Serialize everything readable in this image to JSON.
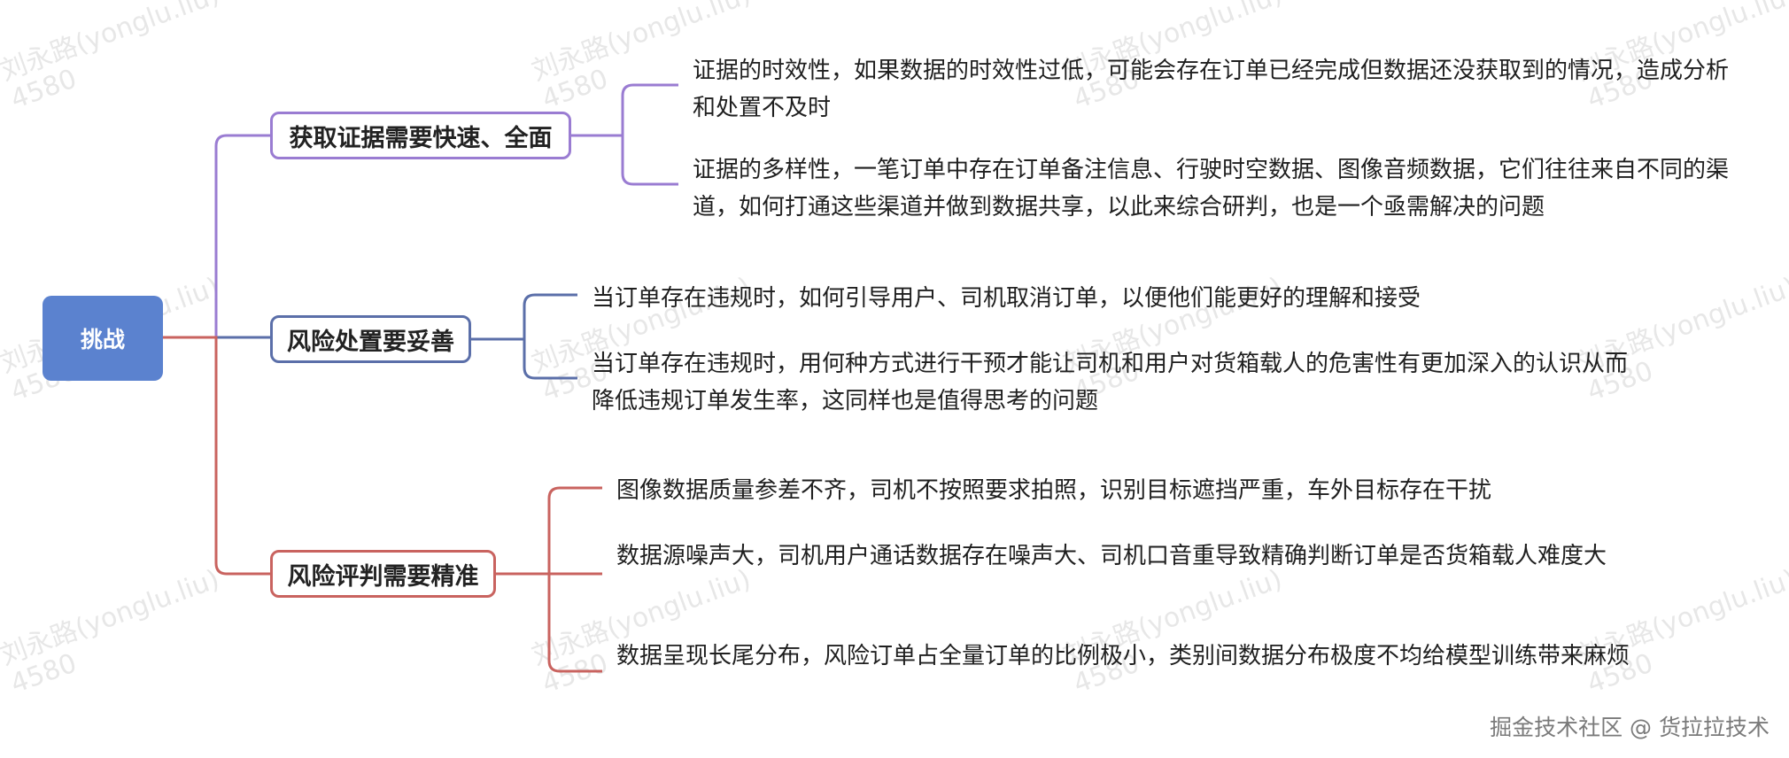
{
  "root": {
    "label": "挑战"
  },
  "branches": [
    {
      "label": "获取证据需要快速、全面",
      "color": "#9a7cd2",
      "leaves": [
        "证据的时效性，如果数据的时效性过低，可能会存在订单已经完成但数据还没获取到的情况，造成分析和处置不及时",
        "证据的多样性，一笔订单中存在订单备注信息、行驶时空数据、图像音频数据，它们往往来自不同的渠道，如何打通这些渠道并做到数据共享，以此来综合研判，也是一个亟需解决的问题"
      ]
    },
    {
      "label": "风险处置要妥善",
      "color": "#5b6fa9",
      "leaves": [
        "当订单存在违规时，如何引导用户、司机取消订单，以便他们能更好的理解和接受",
        "当订单存在违规时，用何种方式进行干预才能让司机和用户对货箱载人的危害性有更加深入的认识从而降低违规订单发生率，这同样也是值得思考的问题"
      ]
    },
    {
      "label": "风险评判需要精准",
      "color": "#c9635f",
      "leaves": [
        "图像数据质量参差不齐，司机不按照要求拍照，识别目标遮挡严重，车外目标存在干扰",
        "数据源噪声大，司机用户通话数据存在噪声大、司机口音重导致精确判断订单是否货箱载人难度大",
        "数据呈现长尾分布，风险订单占全量订单的比例极小，类别间数据分布极度不均给模型训练带来麻烦"
      ]
    }
  ],
  "root_color": "#5b82cf",
  "watermark": {
    "line1": "刘永路(yonglu.liu)",
    "line2": "4580"
  },
  "footer": {
    "text": "掘金技术社区 @ 货拉拉技术"
  }
}
